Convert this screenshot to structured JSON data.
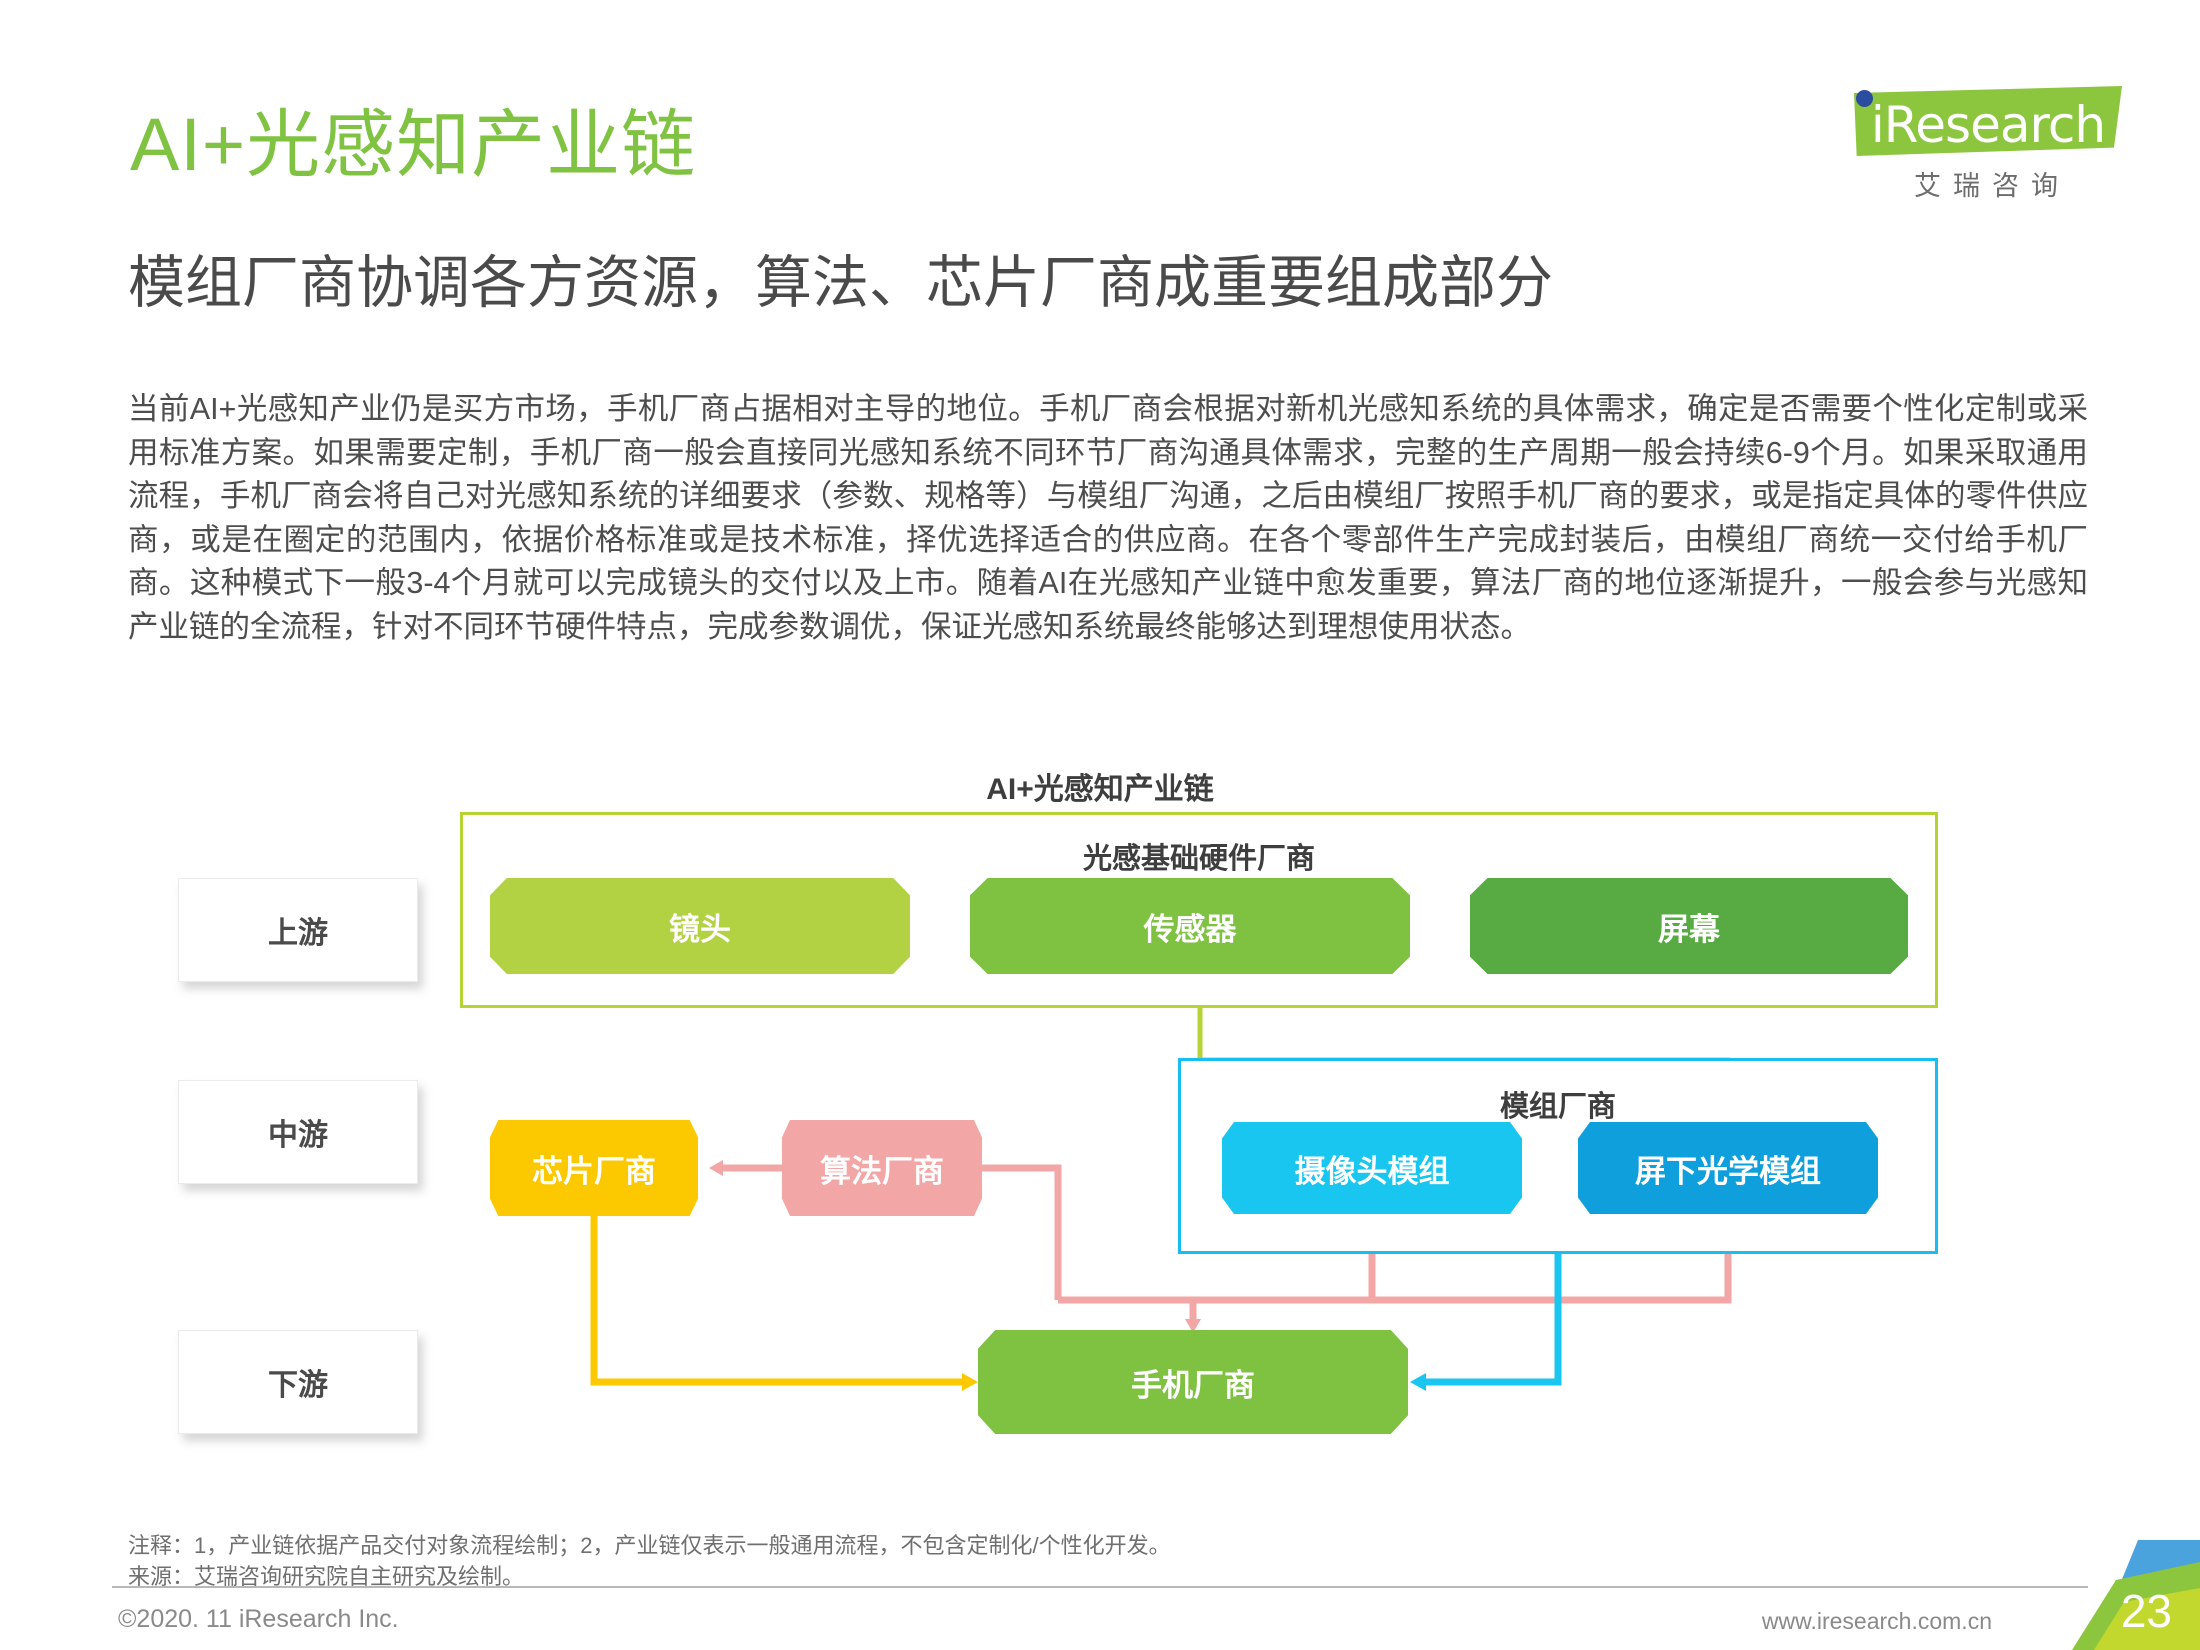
{
  "header": {
    "title": "AI+光感知产业链",
    "subtitle": "模组厂商协调各方资源，算法、芯片厂商成重要组成部分",
    "title_color": "#80c343"
  },
  "logo": {
    "text": "iResearch",
    "cn": "艾瑞咨询",
    "shape_color": "#8cc63e",
    "dot_color": "#2b4da0"
  },
  "body": {
    "paragraph": "当前AI+光感知产业仍是买方市场，手机厂商占据相对主导的地位。手机厂商会根据对新机光感知系统的具体需求，确定是否需要个性化定制或采用标准方案。如果需要定制，手机厂商一般会直接同光感知系统不同环节厂商沟通具体需求，完整的生产周期一般会持续6-9个月。如果采取通用流程，手机厂商会将自己对光感知系统的详细要求（参数、规格等）与模组厂沟通，之后由模组厂按照手机厂商的要求，或是指定具体的零件供应商，或是在圈定的范围内，依据价格标准或是技术标准，择优选择适合的供应商。在各个零部件生产完成封装后，由模组厂商统一交付给手机厂商。这种模式下一般3-4个月就可以完成镜头的交付以及上市。随着AI在光感知产业链中愈发重要，算法厂商的地位逐渐提升，一般会参与光感知产业链的全流程，针对不同环节硬件特点，完成参数调优，保证光感知系统最终能够达到理想使用状态。"
  },
  "chart_data": {
    "type": "diagram",
    "title": "AI+光感知产业链",
    "stages": [
      {
        "label": "上游"
      },
      {
        "label": "中游"
      },
      {
        "label": "下游"
      }
    ],
    "groups": [
      {
        "id": "upstream",
        "title": "光感基础硬件厂商",
        "border_color": "#b5d334",
        "nodes": [
          {
            "label": "镜头",
            "color": "#b3d243"
          },
          {
            "label": "传感器",
            "color": "#7fc242"
          },
          {
            "label": "屏幕",
            "color": "#58ab42"
          }
        ]
      },
      {
        "id": "module",
        "title": "模组厂商",
        "border_color": "#19bdf0",
        "nodes": [
          {
            "label": "摄像头模组",
            "color": "#19c6f0"
          },
          {
            "label": "屏下光学模组",
            "color": "#0e9fdc"
          }
        ]
      }
    ],
    "standalone_nodes": [
      {
        "id": "chip",
        "label": "芯片厂商",
        "color": "#fcc800",
        "stage": "中游"
      },
      {
        "id": "algo",
        "label": "算法厂商",
        "color": "#f3a6a6",
        "stage": "中游"
      },
      {
        "id": "phone",
        "label": "手机厂商",
        "color": "#7fc242",
        "stage": "下游"
      }
    ],
    "edges": [
      {
        "from": "upstream",
        "to": "摄像头模组",
        "color": "#b5d334"
      },
      {
        "from": "upstream",
        "to": "屏下光学模组",
        "color": "#b5d334"
      },
      {
        "from": "算法厂商",
        "to": "芯片厂商",
        "color": "#f3a6a6"
      },
      {
        "from": "算法厂商",
        "to": "摄像头模组",
        "color": "#f3a6a6"
      },
      {
        "from": "算法厂商",
        "to": "屏下光学模组",
        "color": "#f3a6a6"
      },
      {
        "from": "算法厂商",
        "to": "手机厂商",
        "color": "#f3a6a6"
      },
      {
        "from": "芯片厂商",
        "to": "手机厂商",
        "color": "#fcc800"
      },
      {
        "from": "模组厂商",
        "to": "手机厂商",
        "color": "#19c6f0"
      }
    ]
  },
  "notes": {
    "line1": "注释：1，产业链依据产品交付对象流程绘制；2，产业链仅表示一般通用流程，不包含定制化/个性化开发。",
    "line2": "来源：艾瑞咨询研究院自主研究及绘制。"
  },
  "footer": {
    "left": "©2020. 11 iResearch Inc.",
    "right": "www.iresearch.com.cn",
    "page": "23"
  }
}
